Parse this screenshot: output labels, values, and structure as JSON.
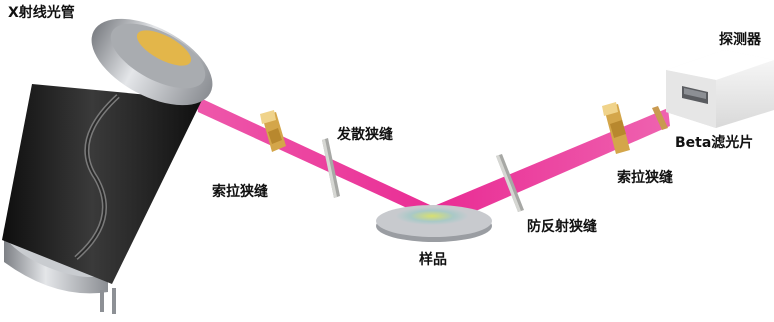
{
  "labels": {
    "xray_tube": "X射线光管",
    "soller_slit_left": "索拉狭缝",
    "divergence_slit": "发散狭缝",
    "sample": "样品",
    "anti_scatter_slit": "防反射狭缝",
    "soller_slit_right": "索拉狭缝",
    "beta_filter": "Beta滤光片",
    "detector": "探测器"
  },
  "colors": {
    "beam": "#e8208e",
    "tube_body": "#1c1c1c",
    "tube_metal": "#b9bcc0",
    "tube_window": "#e3b64a",
    "slit_gold": "#d4a64a",
    "slit_gray": "#a7a8a5",
    "detector_body": "#eeeeee",
    "sample_disc": "#c8cace"
  }
}
